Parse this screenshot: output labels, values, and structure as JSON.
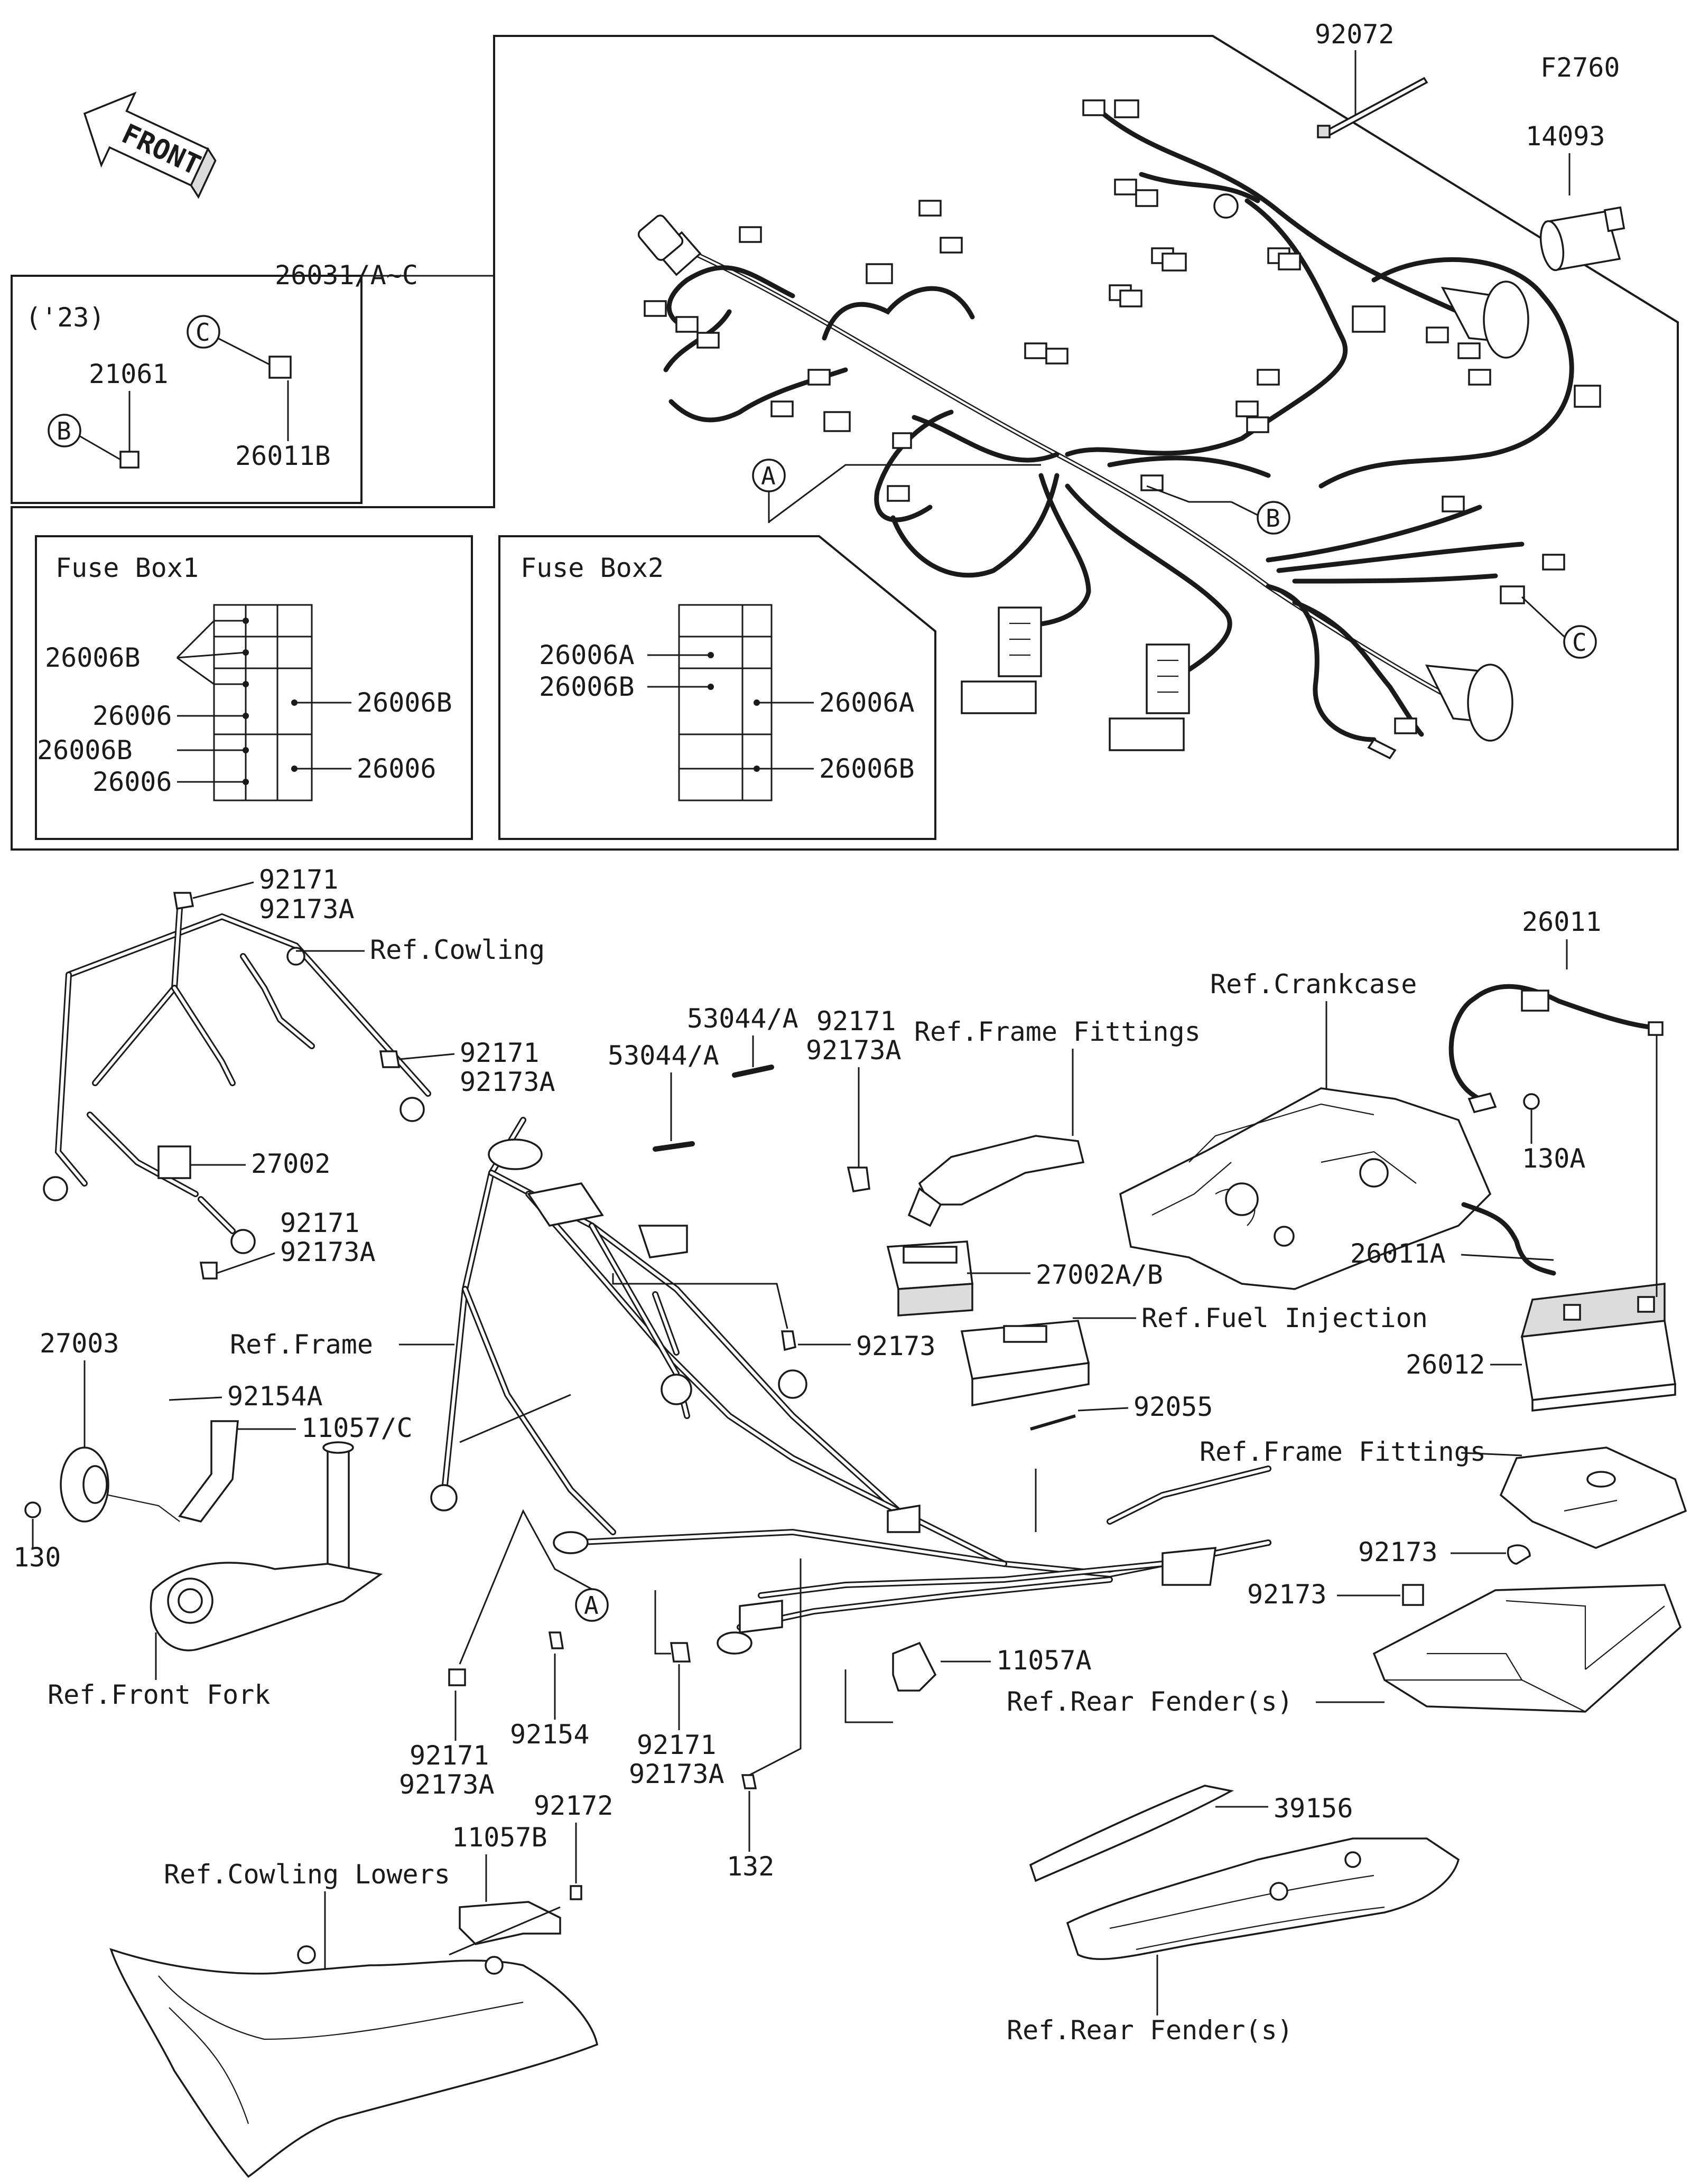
{
  "figure_code": "F2760",
  "front_arrow_label": "FRONT",
  "harness_panel": {
    "main_harness_part": "26031/A~C",
    "tie_part": "92072",
    "cap_part": "14093",
    "callout_a": "A",
    "callout_b": "B",
    "callout_c": "C"
  },
  "variant_panel": {
    "year_label": "('23)",
    "callout_b": "B",
    "callout_c": "C",
    "part_b": "21061",
    "part_c": "26011B"
  },
  "fuse_box1": {
    "title": "Fuse Box1",
    "left_labels": [
      "26006B",
      "26006",
      "26006B",
      "26006"
    ],
    "right_labels": [
      "26006B",
      "26006"
    ]
  },
  "fuse_box2": {
    "title": "Fuse Box2",
    "left_labels": [
      "26006A",
      "26006B"
    ],
    "right_labels": [
      "26006A",
      "26006B"
    ]
  },
  "lower_labels": {
    "p92171_top": "92171",
    "p92173a_top": "92173A",
    "ref_cowling": "Ref.Cowling",
    "p92171_mid": "92171",
    "p92173a_mid": "92173A",
    "p27002": "27002",
    "p92171_left": "92171",
    "p92173a_left": "92173A",
    "p27003": "27003",
    "ref_frame": "Ref.Frame",
    "p92154a": "92154A",
    "p11057c": "11057/C",
    "p130": "130",
    "ref_front_fork": "Ref.Front Fork",
    "p53044a_1": "53044/A",
    "p53044a_2": "53044/A",
    "p92171_c": "92171",
    "p92173a_c": "92173A",
    "ref_frame_fittings_1": "Ref.Frame Fittings",
    "p27002ab": "27002A/B",
    "ref_fuel_injection": "Ref.Fuel Injection",
    "p92173_c": "92173",
    "p92055": "92055",
    "ref_crankcase": "Ref.Crankcase",
    "p26011": "26011",
    "p130a": "130A",
    "p26011a": "26011A",
    "p26012": "26012",
    "ref_frame_fittings_2": "Ref.Frame Fittings",
    "p92173_r1": "92173",
    "p92173_r2": "92173",
    "p11057a": "11057A",
    "ref_rear_fender_1": "Ref.Rear Fender(s)",
    "callout_a": "A",
    "p92154": "92154",
    "p92171_b1": "92171",
    "p92173a_b1": "92173A",
    "p92171_b2": "92171",
    "p92173a_b2": "92173A",
    "p132": "132",
    "p92172": "92172",
    "p11057b": "11057B",
    "ref_cowling_lowers": "Ref.Cowling Lowers",
    "p39156": "39156",
    "ref_rear_fender_2": "Ref.Rear Fender(s)"
  }
}
